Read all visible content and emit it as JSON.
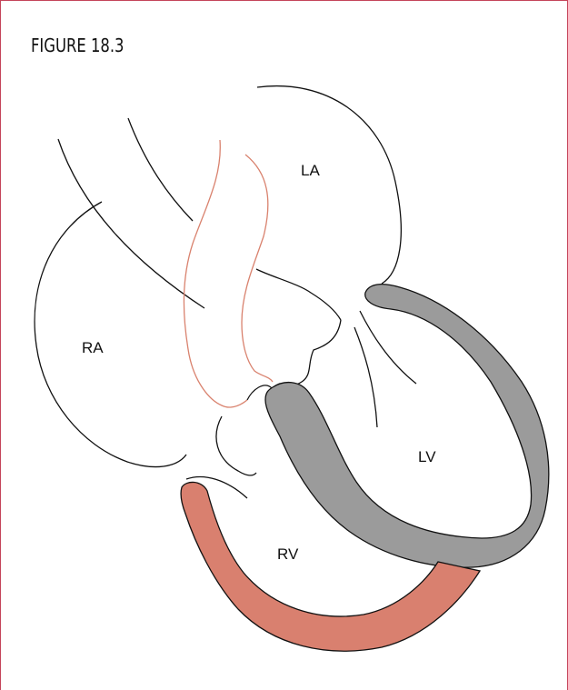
{
  "figure": {
    "title": "FIGURE 18.3"
  },
  "labels": {
    "la": "LA",
    "ra": "RA",
    "lv": "LV",
    "rv": "RV"
  },
  "colors": {
    "frame": "#c4455a",
    "outline": "#111111",
    "aorta_outline": "#d9826e",
    "lv_wall": "#9b9b9b",
    "rv_wall": "#d9806f"
  }
}
